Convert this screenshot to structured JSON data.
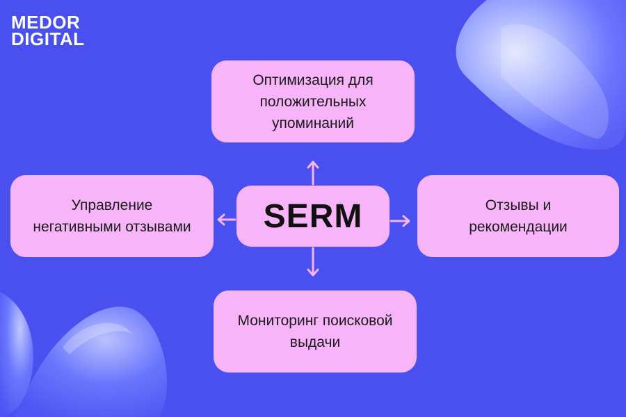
{
  "brand": {
    "line1": "MEDOR",
    "line2": "DIGITAL"
  },
  "center": {
    "label": "SERM"
  },
  "nodes": {
    "top": "Оптимизация для\nположительных\nупоминаний",
    "left": "Управление\nнегативными отзывами",
    "right": "Отзывы и\nрекомендации",
    "bottom": "Мониторинг поисковой\nвыдачи"
  },
  "colors": {
    "background": "#4a4ff0",
    "box": "#f8b4f8",
    "arrow": "#f8b4f8",
    "text": "#1a1a1a"
  }
}
